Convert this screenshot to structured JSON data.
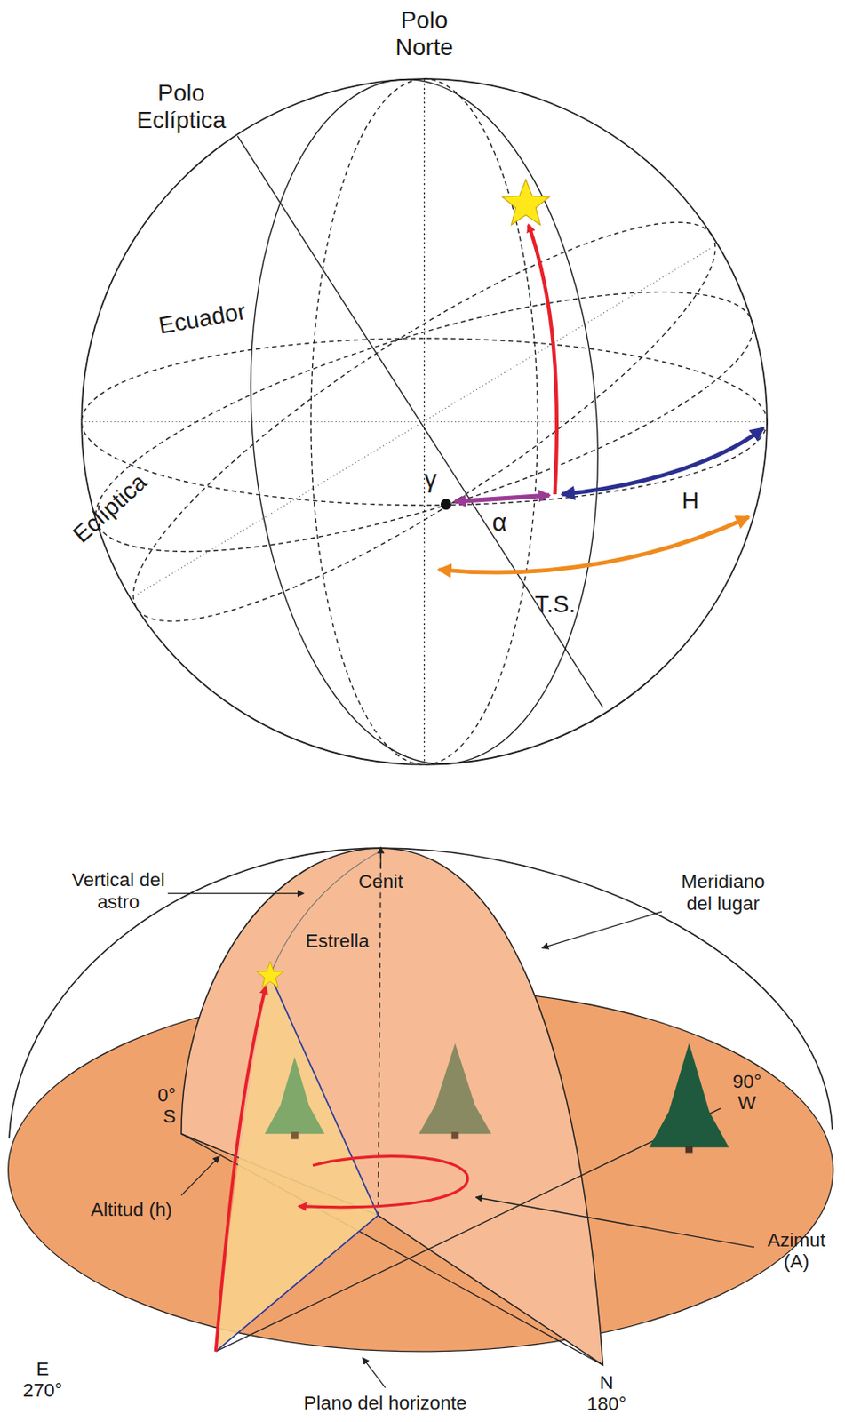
{
  "diagram": {
    "labels": [
      "Polo Norte",
      "Polo Eclíptica",
      "Ecuador",
      "Eclíptica",
      "γ",
      "α",
      "H",
      "T.S.",
      "Cenit",
      "Vertical del astro",
      "Meridiano del lugar",
      "Estrella",
      "0° S",
      "90° W",
      "Altitud (h)",
      "Azimut (A)",
      "E 270°",
      "N 180°",
      "Plano del horizonte"
    ]
  }
}
